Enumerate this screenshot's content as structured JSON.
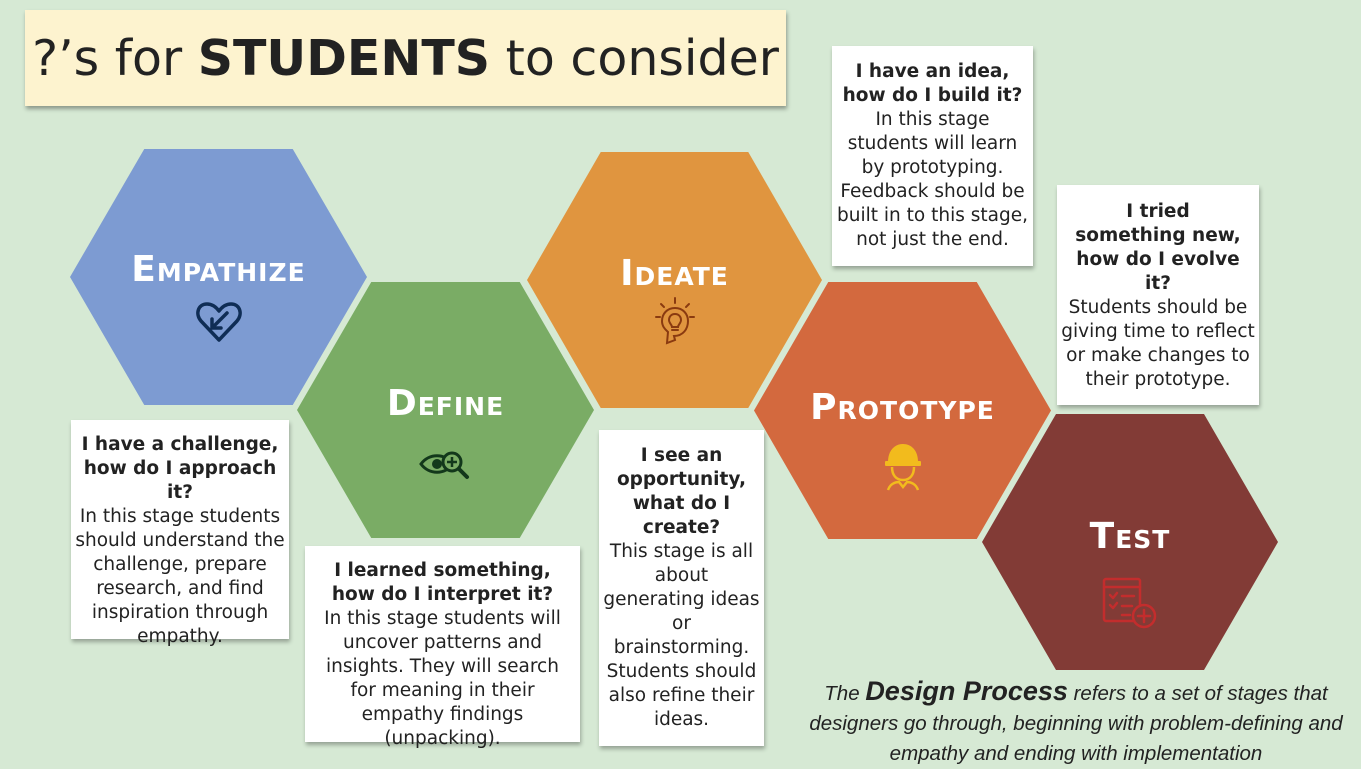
{
  "title": {
    "prefix": "?’s for ",
    "bold": "STUDENTS",
    "suffix": " to consider"
  },
  "colors": {
    "background": "#d6e9d4",
    "empathize": "#7d9bd2",
    "define": "#7aac65",
    "ideate": "#e0953f",
    "prototype": "#d3693e",
    "test": "#823b36"
  },
  "stages": [
    {
      "label": "Empathize",
      "icon": "heart-arrow-icon"
    },
    {
      "label": "Define",
      "icon": "eye-magnifier-icon"
    },
    {
      "label": "Ideate",
      "icon": "lightbulb-icon"
    },
    {
      "label": "Prototype",
      "icon": "hardhat-worker-icon"
    },
    {
      "label": "Test",
      "icon": "checklist-plus-icon"
    }
  ],
  "cards": [
    {
      "question": "I have a challenge, how do I approach it?",
      "description": "In this stage students should understand the challenge, prepare research, and find inspiration through empathy."
    },
    {
      "question": "I learned something, how do I interpret it?",
      "description": "In this stage students will uncover patterns and insights. They will search for meaning in their empathy findings (unpacking)."
    },
    {
      "question": "I see an opportunity, what do I create?",
      "description": "This stage is all about generating ideas or brainstorming. Students should also refine their ideas."
    },
    {
      "question": "I have an idea, how do I build it?",
      "description": "In this stage students will learn by prototyping. Feedback should be built in to this stage, not just the end."
    },
    {
      "question": "I tried something new, how do I evolve it?",
      "description": "Students should be giving time to reflect or make changes to their prototype."
    }
  ],
  "caption": {
    "pre": "The ",
    "emphasis": "Design Process",
    "post": " refers to a set of stages that designers go through, beginning with problem-defining and empathy and ending with implementation"
  }
}
